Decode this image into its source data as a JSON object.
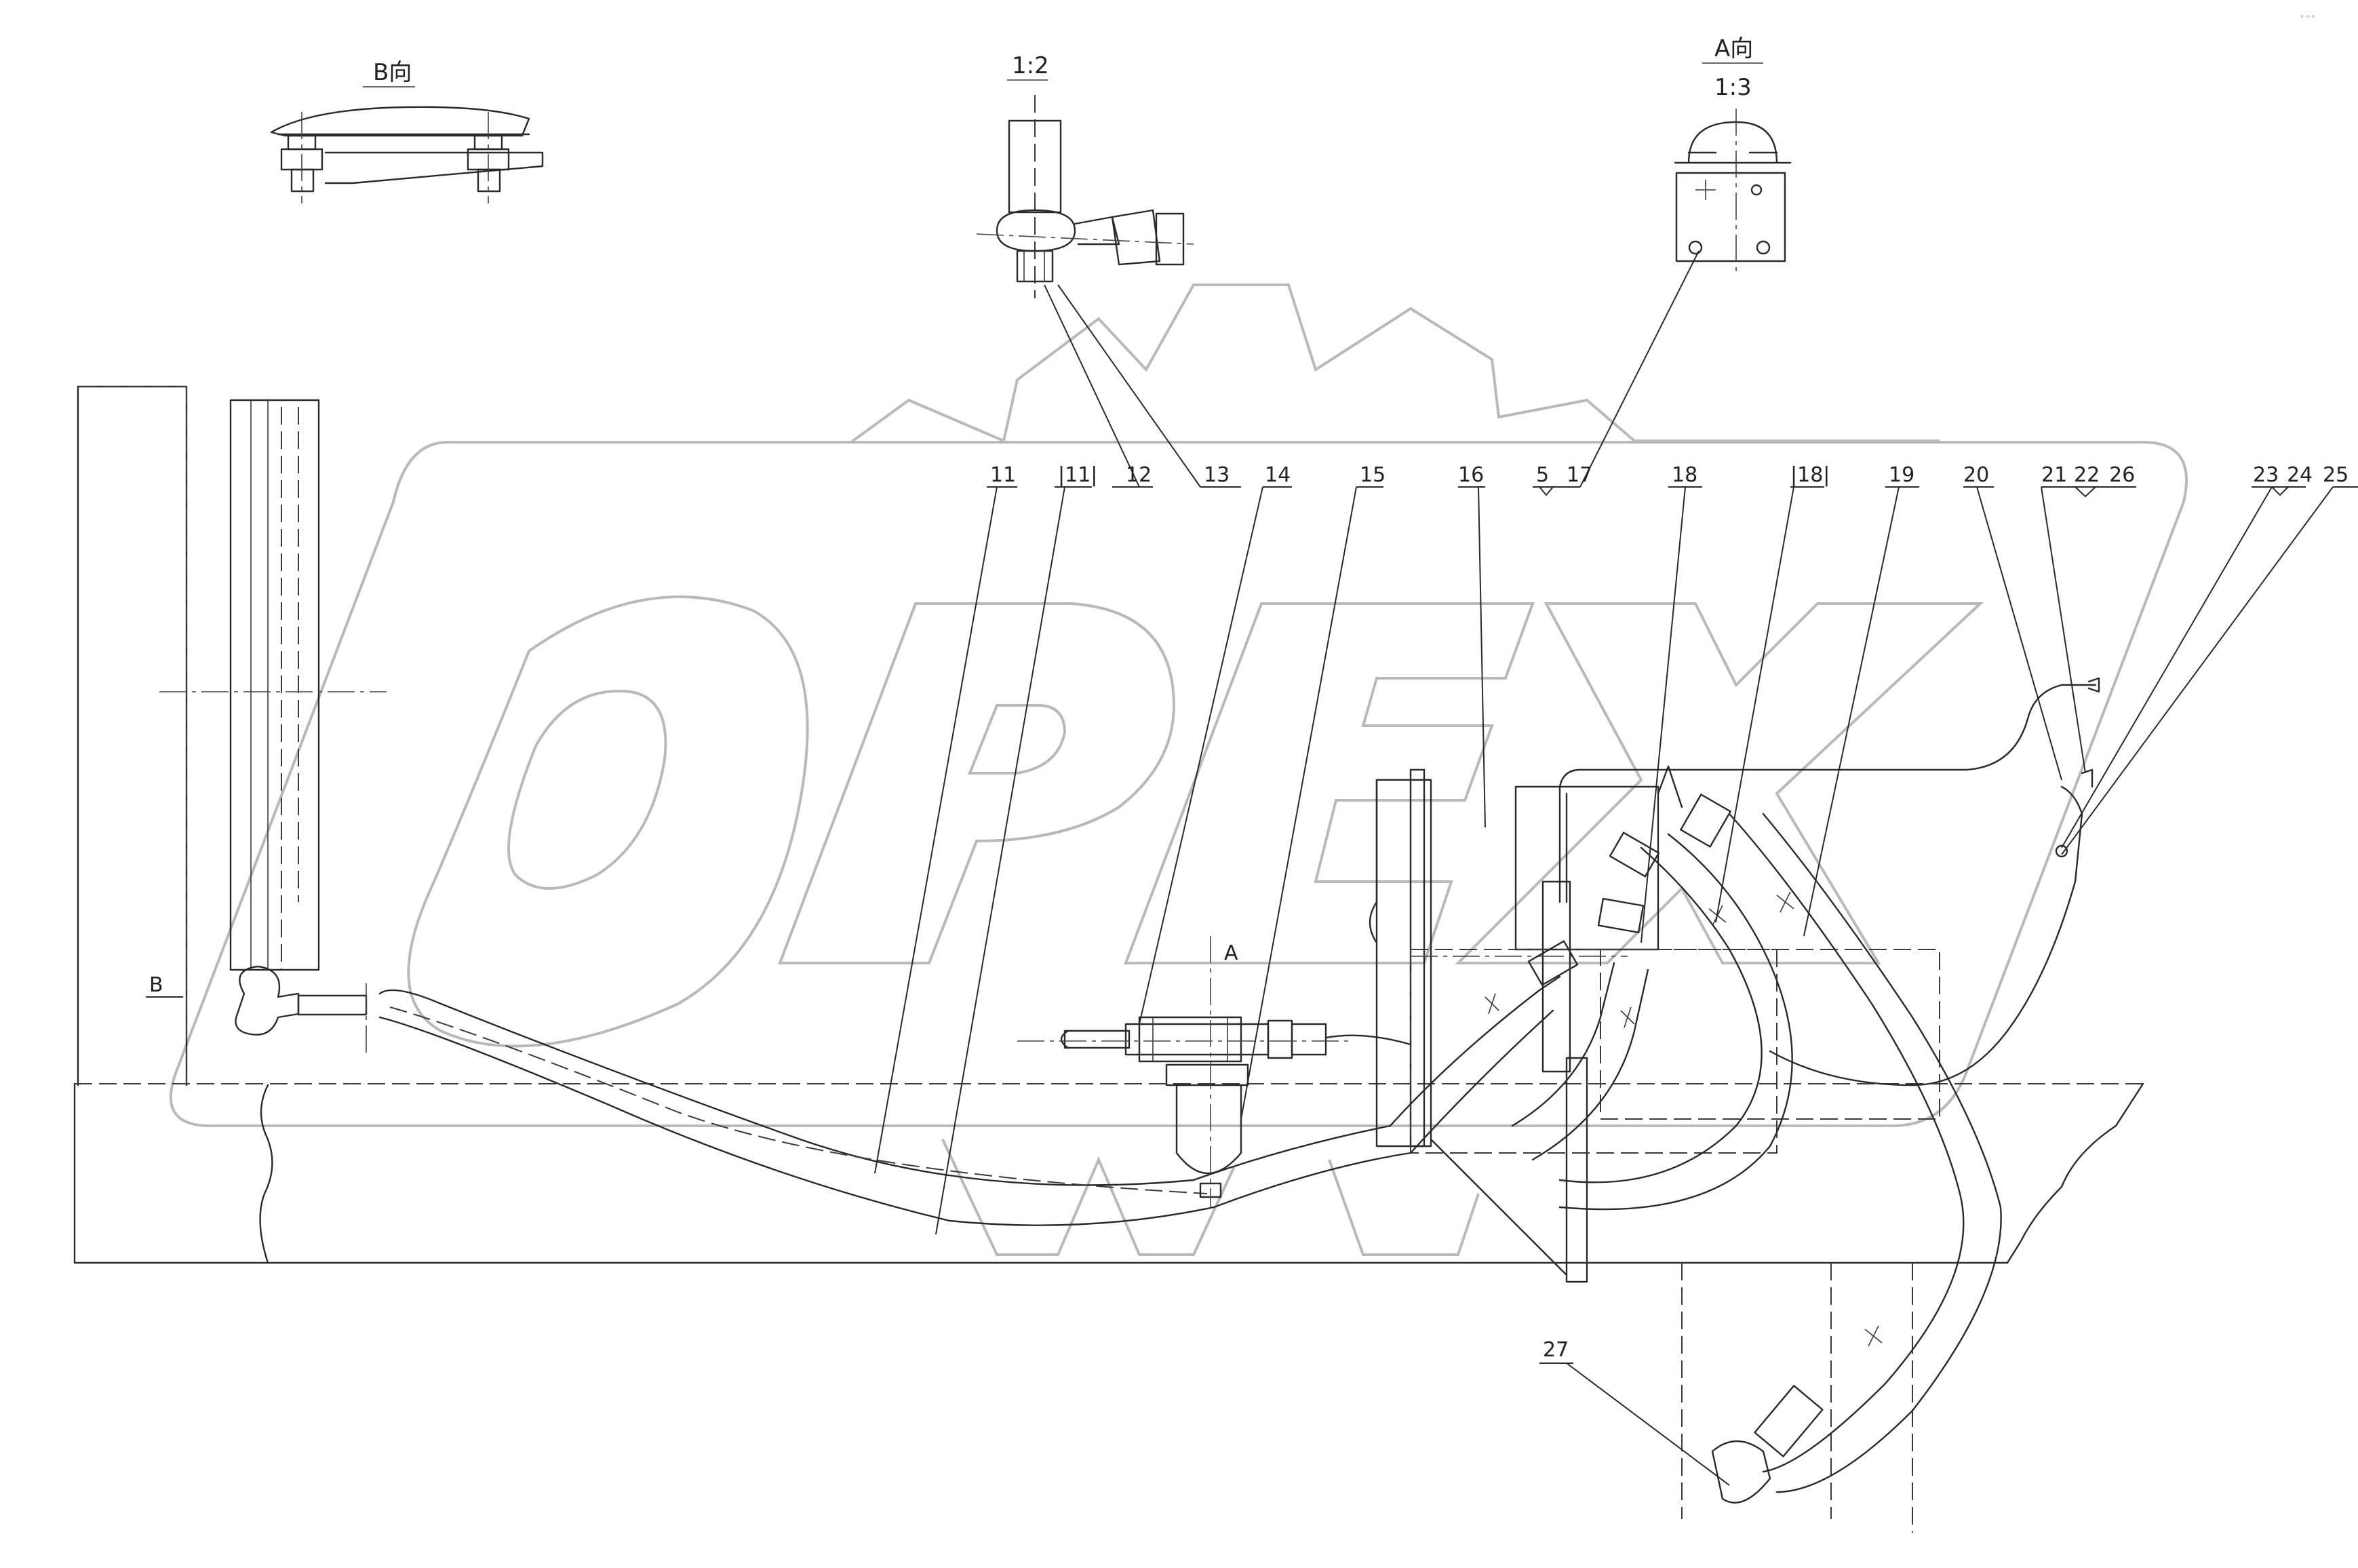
{
  "views": {
    "view_b": {
      "title": "B向"
    },
    "detail_scale": "1:2",
    "view_a": {
      "title": "A向",
      "scale": "1:3"
    },
    "section_a_marker": "A",
    "section_b_marker": "B"
  },
  "watermark": {
    "text": "OPEX"
  },
  "callouts": [
    "11",
    "|11|",
    "12",
    "13",
    "14",
    "15",
    "16",
    "5",
    "17",
    "18",
    "|18|",
    "19",
    "20",
    "21",
    "22",
    "26",
    "23",
    "24",
    "25",
    "27"
  ]
}
